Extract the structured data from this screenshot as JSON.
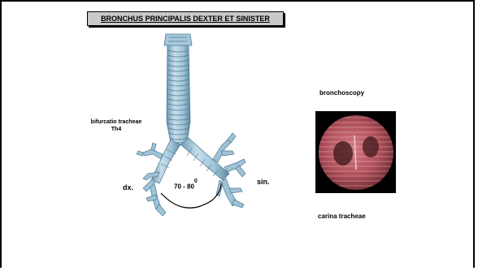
{
  "title": "BRONCHUS PRINCIPALIS DEXTER ET SINISTER",
  "labels": {
    "bifurcation_line1": "bifurcatio tracheae",
    "bifurcation_line2": "Th4",
    "right": "dx.",
    "left": "sin.",
    "angle": "70 - 80",
    "angle_unit": "0",
    "bronchoscopy": "bronchoscopy",
    "carina": "carina tracheae"
  },
  "colors": {
    "title_bg": "#c9c9c9",
    "airway": "#9fc3d7",
    "airway_dark": "#5f8aa3",
    "endoscopy_tissue": "#b0505a"
  }
}
